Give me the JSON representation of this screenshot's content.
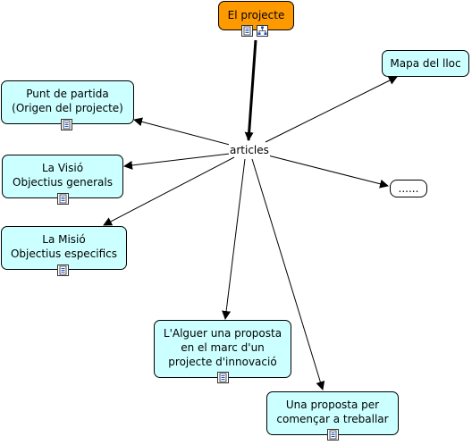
{
  "colors": {
    "root_fill": "#ff9900",
    "node_fill": "#ccffff",
    "plain_fill": "#ffffff",
    "edge": "#000000"
  },
  "concept_map": {
    "root": {
      "label": "El projecte",
      "icons": [
        "document-icon",
        "concept-map-icon"
      ]
    },
    "center": {
      "label": "articles"
    },
    "nodes": [
      {
        "id": "punt",
        "lines": [
          "Punt de partida",
          "(Origen del projecte)"
        ],
        "icons": [
          "document-icon"
        ]
      },
      {
        "id": "visio",
        "lines": [
          "La Visió",
          "Objectius generals"
        ],
        "icons": [
          "document-icon"
        ]
      },
      {
        "id": "missio",
        "lines": [
          "La Misió",
          "Objectius especifics"
        ],
        "icons": [
          "document-icon"
        ]
      },
      {
        "id": "alguer",
        "lines": [
          "L'Alguer una proposta",
          "en el marc d'un",
          "projecte d'innovació"
        ],
        "icons": [
          "document-icon"
        ]
      },
      {
        "id": "proposta",
        "lines": [
          "Una proposta per",
          "començar a treballar"
        ],
        "icons": [
          "document-icon"
        ]
      },
      {
        "id": "mapa",
        "lines": [
          "Mapa del lloc"
        ],
        "icons": []
      },
      {
        "id": "more",
        "lines": [
          "......"
        ],
        "icons": []
      }
    ]
  }
}
